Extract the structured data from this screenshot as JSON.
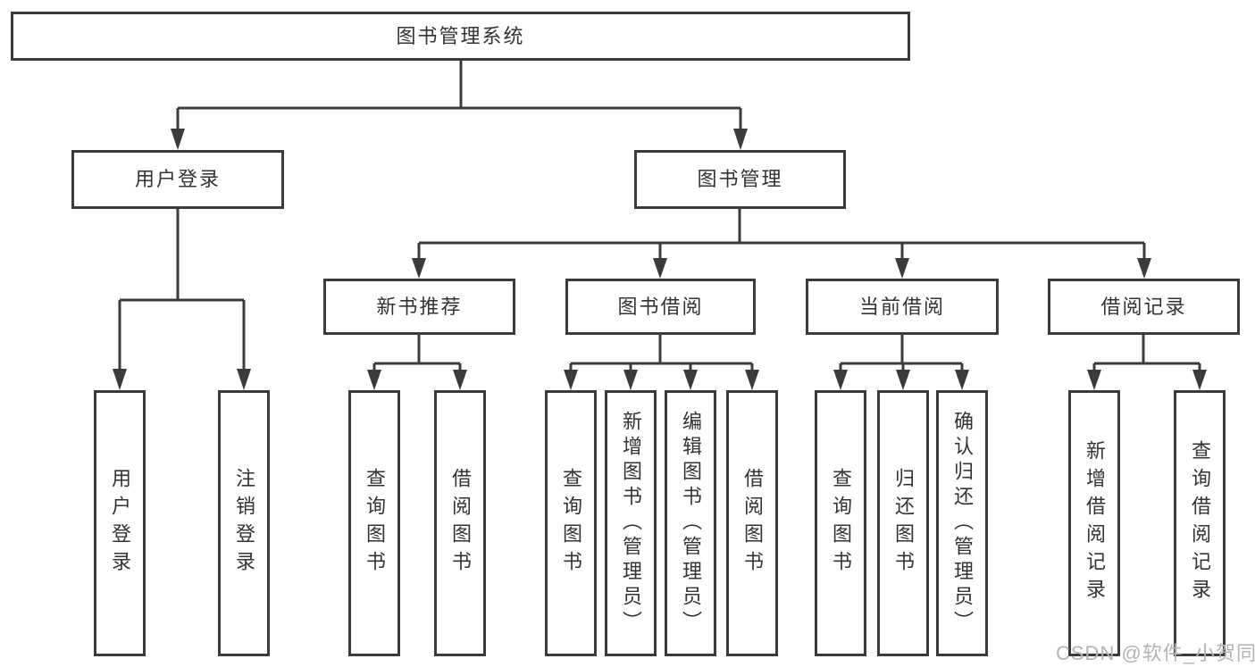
{
  "root": {
    "label": "图书管理系统"
  },
  "level2": {
    "user_login": {
      "label": "用户登录"
    },
    "book_mgmt": {
      "label": "图书管理"
    }
  },
  "level3": {
    "new_books": {
      "label": "新书推荐"
    },
    "borrow": {
      "label": "图书借阅"
    },
    "current": {
      "label": "当前借阅"
    },
    "records": {
      "label": "借阅记录"
    }
  },
  "leaves": {
    "user_login": [
      "用户登录",
      "注销登录"
    ],
    "new_books": [
      "查询图书",
      "借阅图书"
    ],
    "borrow": [
      "查询图书",
      "新增图书（管理员）",
      "编辑图书（管理员）",
      "借阅图书"
    ],
    "current": [
      "查询图书",
      "归还图书",
      "确认归还（管理员）"
    ],
    "records": [
      "新增借阅记录",
      "查询借阅记录"
    ]
  },
  "watermark": "CSDN @软件_小贺同学",
  "colors": {
    "line": "#3b3b3b",
    "text": "#333333",
    "watermark": "#b3b3b3",
    "background": "#ffffff"
  }
}
